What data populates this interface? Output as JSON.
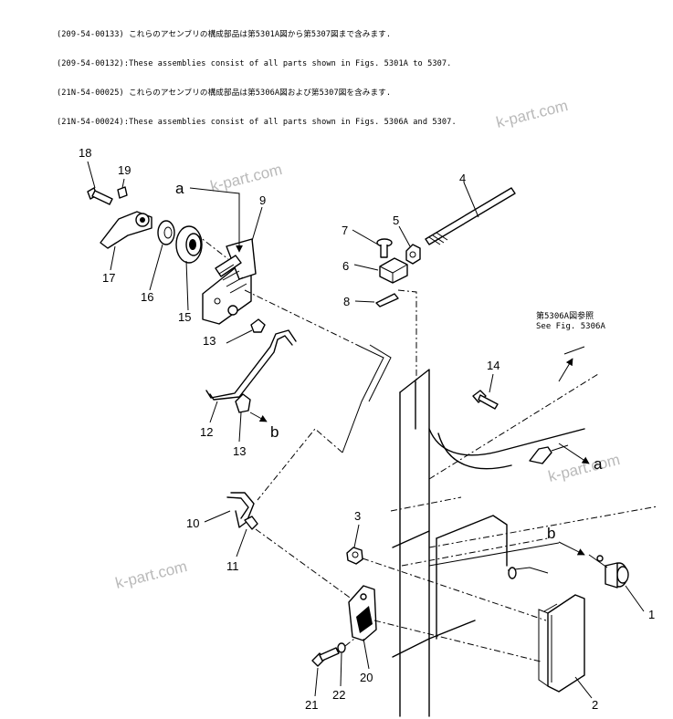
{
  "notes": [
    "(209-54-00133) これらのアセンブリの構成部品は第5301A図から第5307図まで含みます.",
    "(209-54-00132):These assemblies consist of all parts shown in Figs. 5301A to 5307.",
    "(21N-54-00025) これらのアセンブリの構成部品は第5306A図および第5307図を含みます.",
    "(21N-54-00024):These assemblies consist of all parts shown in Figs. 5306A and 5307."
  ],
  "reference_note": {
    "jp": "第5306A図参照",
    "en": "See Fig. 5306A"
  },
  "connectors": {
    "a": "a",
    "b": "b"
  },
  "callouts": {
    "c1": "1",
    "c2": "2",
    "c3": "3",
    "c4": "4",
    "c5": "5",
    "c6": "6",
    "c7": "7",
    "c8": "8",
    "c9": "9",
    "c10": "10",
    "c11": "11",
    "c12": "12",
    "c13a": "13",
    "c13b": "13",
    "c14": "14",
    "c15": "15",
    "c16": "16",
    "c17": "17",
    "c18": "18",
    "c19": "19",
    "c20": "20",
    "c21": "21",
    "c22": "22"
  },
  "watermark": "k-part.com"
}
